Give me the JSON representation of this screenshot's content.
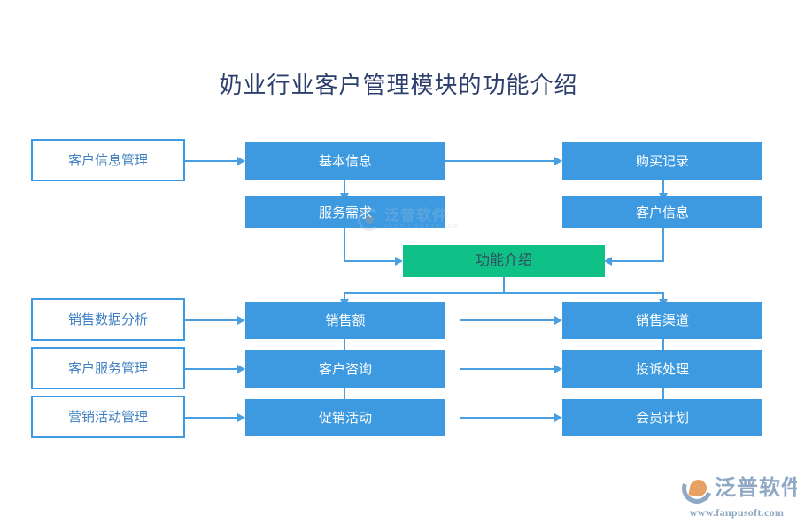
{
  "page": {
    "title": "奶业行业客户管理模块的功能介绍",
    "background": "#ffffff",
    "accent_blue": "#3d9ae0",
    "accent_green": "#0fc186",
    "title_color": "#2c3e6b",
    "connector_color": "#4a9fe0"
  },
  "left_column": [
    {
      "label": "客户信息管理"
    },
    {
      "label": "销售数据分析"
    },
    {
      "label": "客户服务管理"
    },
    {
      "label": "营销活动管理"
    }
  ],
  "middle_column": [
    {
      "label": "基本信息"
    },
    {
      "label": "服务需求"
    },
    {
      "label": "销售额"
    },
    {
      "label": "客户咨询"
    },
    {
      "label": "促销活动"
    }
  ],
  "right_column": [
    {
      "label": "购买记录"
    },
    {
      "label": "客户信息"
    },
    {
      "label": "销售渠道"
    },
    {
      "label": "投诉处理"
    },
    {
      "label": "会员计划"
    }
  ],
  "center_node": {
    "label": "功能介绍"
  },
  "watermark": {
    "cn": "泛普软件",
    "en": "FANPU SOFTWARE"
  },
  "logo": {
    "cn": "泛普软件",
    "url": "www.fanpusoft.com"
  }
}
